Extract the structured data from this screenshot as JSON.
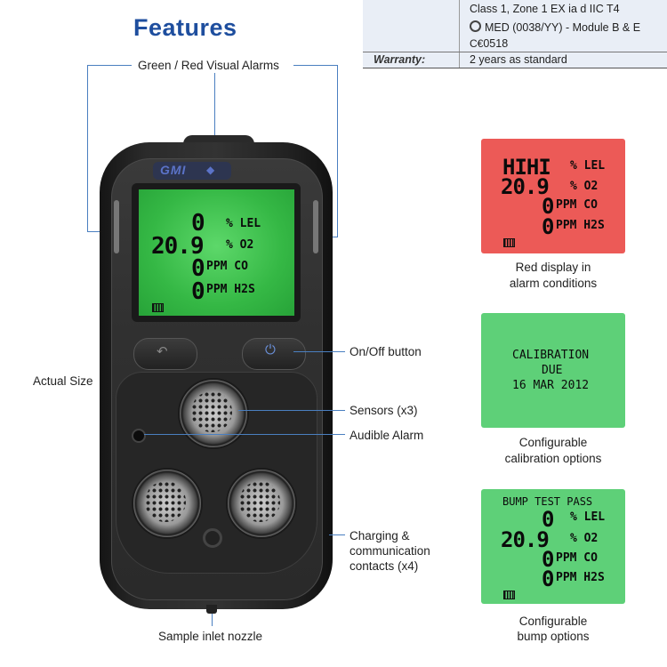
{
  "spec_table": {
    "lines": [
      "Class 1, Zone 1 EX ia d IIC T4",
      "MED (0038/YY) - Module B & E",
      "0518"
    ],
    "med_symbol": "ship-wheel-icon",
    "ce_mark": "C€",
    "warranty_label": "Warranty:",
    "warranty_value": "2 years as standard"
  },
  "title": "Features",
  "callouts": {
    "visual_alarms": "Green / Red Visual Alarms",
    "actual_size": "Actual Size",
    "on_off": "On/Off button",
    "sensors": "Sensors (x3)",
    "audible": "Audible Alarm",
    "charging_1": "Charging &",
    "charging_2": "communication",
    "charging_3": "contacts (x4)",
    "nozzle": "Sample inlet nozzle"
  },
  "device": {
    "logo": "GMI",
    "main_screen": {
      "rows": [
        {
          "value": "0",
          "unit": "% LEL"
        },
        {
          "value": "20.9",
          "unit": "% O2"
        },
        {
          "value": "0",
          "unit": "PPM CO"
        },
        {
          "value": "0",
          "unit": "PPM H2S"
        }
      ]
    }
  },
  "panels": {
    "red": {
      "top_left": "HIHI",
      "rows": [
        {
          "value": "",
          "unit": "% LEL"
        },
        {
          "value": "20.9",
          "unit": "% O2"
        },
        {
          "value": "0",
          "unit": "PPM CO"
        },
        {
          "value": "0",
          "unit": "PPM H2S"
        }
      ],
      "caption_1": "Red display in",
      "caption_2": "alarm conditions",
      "color": "#ec5a57"
    },
    "calibration": {
      "line_1": "CALIBRATION",
      "line_2": "DUE",
      "line_3": "16 MAR 2012",
      "caption_1": "Configurable",
      "caption_2": "calibration options",
      "color": "#5ed078"
    },
    "bump": {
      "header": "BUMP TEST PASS",
      "rows": [
        {
          "value": "0",
          "unit": "% LEL"
        },
        {
          "value": "20.9",
          "unit": "% O2"
        },
        {
          "value": "0",
          "unit": "PPM CO"
        },
        {
          "value": "0",
          "unit": "PPM H2S"
        }
      ],
      "caption_1": "Configurable",
      "caption_2": "bump options",
      "color": "#5ed078"
    }
  },
  "colors": {
    "title_blue": "#1e4e9e",
    "callout_line": "#4a7fc0",
    "screen_green": "#35b845"
  }
}
